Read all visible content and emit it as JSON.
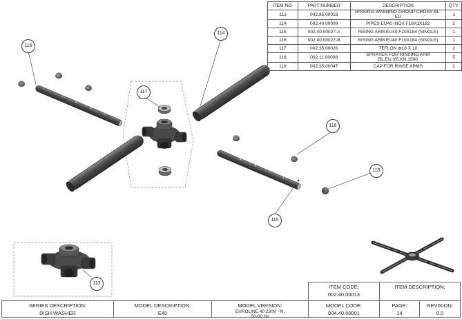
{
  "bom": {
    "headers": [
      "ITEM NO.",
      "PART NUMBER",
      "DESCRIPTION",
      "QTY."
    ],
    "rows": [
      {
        "item": "113",
        "part": "002.35.00018",
        "desc": "RINSING-WASHING GROUP  CROSS BL-EU",
        "qty": "1"
      },
      {
        "item": "114",
        "part": "002.40.00009",
        "desc": "PIPES EU40 INOX F18X1X182",
        "qty": "2"
      },
      {
        "item": "115",
        "part": "002.40.00027-A",
        "desc": "RISING ARM EU40 F10X184 (SINGLE)",
        "qty": "1"
      },
      {
        "item": "116",
        "part": "002.40.00027-B",
        "desc": "RISING ARM EU40 F10X184 (SINGLE)",
        "qty": "1"
      },
      {
        "item": "117",
        "part": "002.35.00026",
        "desc": "TEFLON Φ18 X 10",
        "qty": "2"
      },
      {
        "item": "118",
        "part": "002.11.00008",
        "desc": "SPRAYER FOR RINSING ARM BL,EU,VE,KN,1500",
        "qty": "5"
      },
      {
        "item": "119",
        "part": "002.35.00047",
        "desc": "CAP FOR RINSE ARMS",
        "qty": "2"
      }
    ]
  },
  "balloons": [
    "116",
    "114",
    "117",
    "118",
    "119",
    "115",
    "113"
  ],
  "title_block": {
    "item_code_label": "ITEM CODE:",
    "item_code": "002.40.00013",
    "item_description_label": "ITEM DESCRIPTION:",
    "series_label": "SERIES DESCRIPTION:",
    "series": "DISH WASHER",
    "model_label": "MODEL DESCRIPTION:",
    "model": "E40",
    "version_label": "MODEL VERSION:",
    "version_line1": "EUROLINE 40 230V ~N,",
    "version_line2": "50-60 Hz",
    "model_code_label": "MODEL CODE:",
    "model_code": "004.40.00001",
    "page_label": "PAGE:",
    "page": "14",
    "revision_label": "REVISION:",
    "revision": "0.0"
  },
  "colors": {
    "metal_dark": "#3b3b3b",
    "metal_light": "#9a9a9a",
    "line": "#333333",
    "frame": "#666666"
  }
}
